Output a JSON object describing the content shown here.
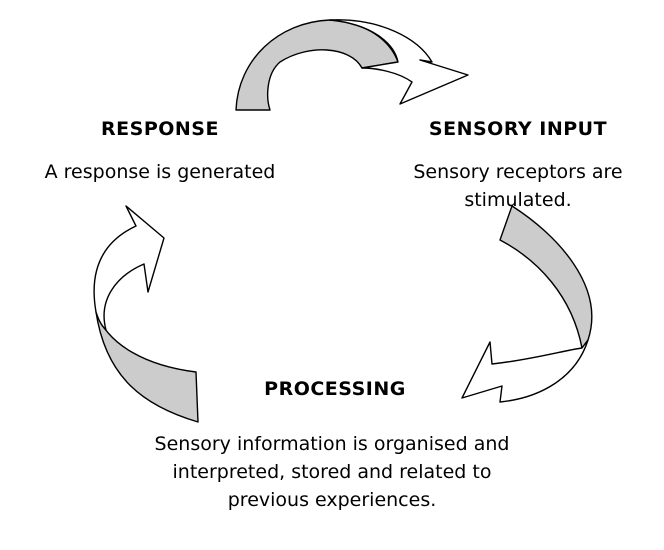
{
  "stages": {
    "response": {
      "title": "RESPONSE",
      "lines": [
        "A response is generated"
      ]
    },
    "sensory_input": {
      "title": "SENSORY INPUT",
      "lines": [
        "Sensory receptors are",
        "stimulated."
      ]
    },
    "processing": {
      "title": "PROCESSING",
      "lines": [
        "Sensory information is organised and",
        "interpreted, stored and related to",
        "previous experiences."
      ]
    }
  },
  "colors": {
    "arrow_shade": "#cccccc",
    "arrow_outline": "#000000",
    "arrow_face": "#ffffff"
  }
}
